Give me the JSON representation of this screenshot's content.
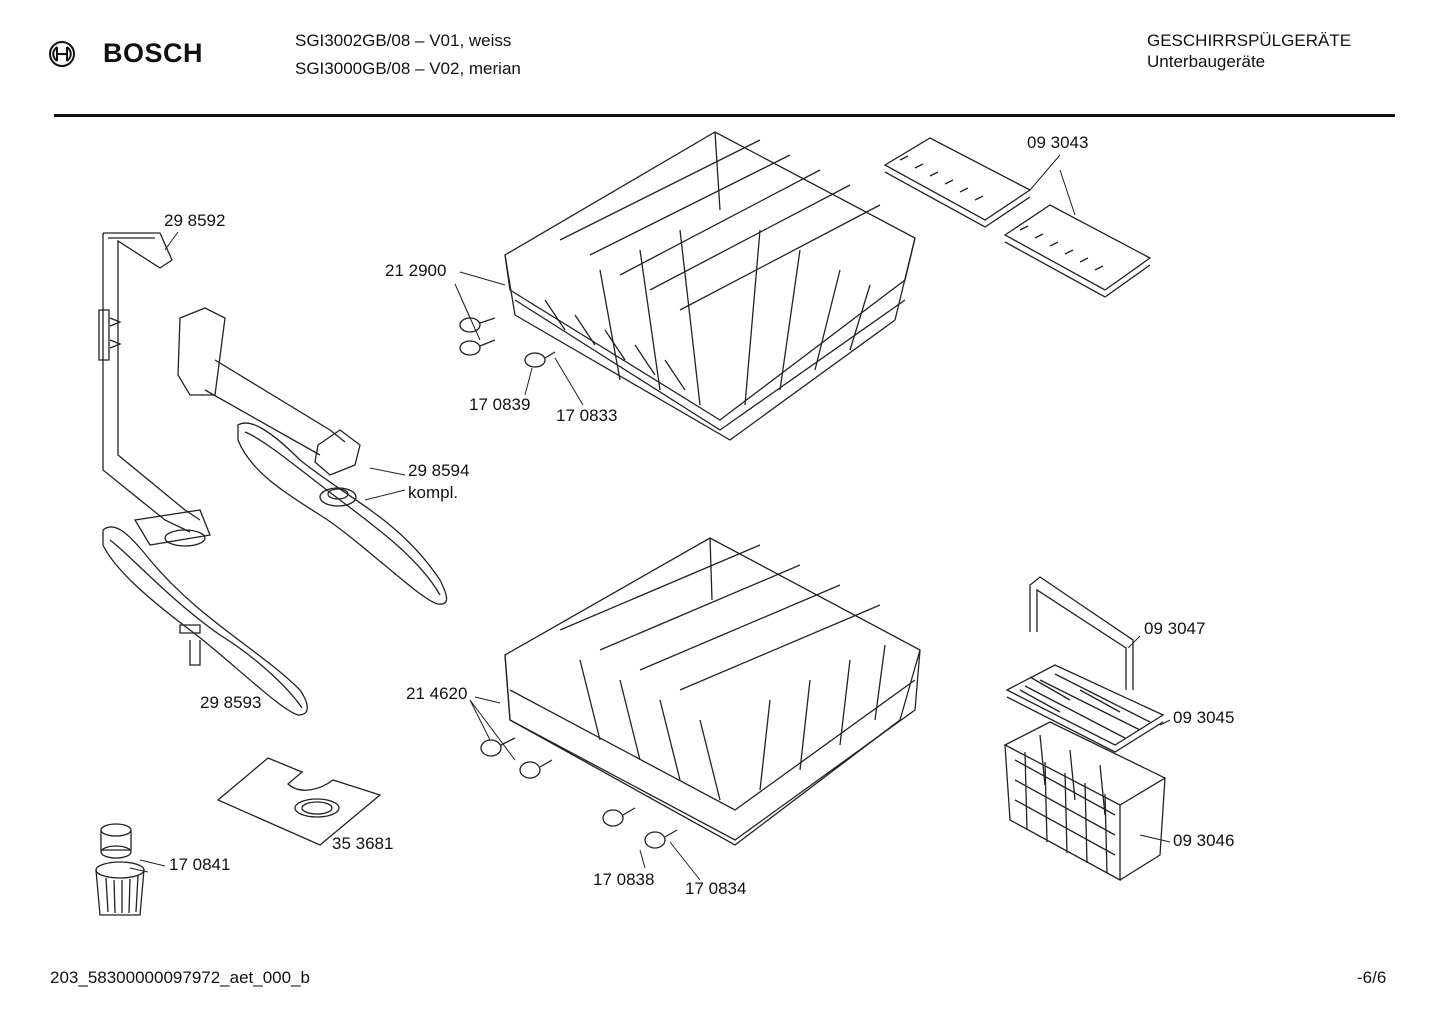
{
  "header": {
    "brand": "BOSCH",
    "models": [
      "SGI3002GB/08 – V01, weiss",
      "SGI3000GB/08 – V02, merian"
    ],
    "category": "GESCHIRRSPÜLGERÄTE",
    "subcategory": "Unterbaugeräte"
  },
  "labels": {
    "p298592": "29 8592",
    "p212900": "21 2900",
    "p170839": "17 0839",
    "p170833": "17 0833",
    "p093043": "09 3043",
    "p298594": "29 8594",
    "p298594b": "kompl.",
    "p298593": "29 8593",
    "p214620": "21 4620",
    "p353681": "35 3681",
    "p170841": "17 0841",
    "p170838": "17 0838",
    "p170834": "17 0834",
    "p093047": "09 3047",
    "p093045": "09 3045",
    "p093046": "09 3046"
  },
  "footer": {
    "doc_id": "203_58300000097972_aet_000_b",
    "page": "-6/6"
  }
}
